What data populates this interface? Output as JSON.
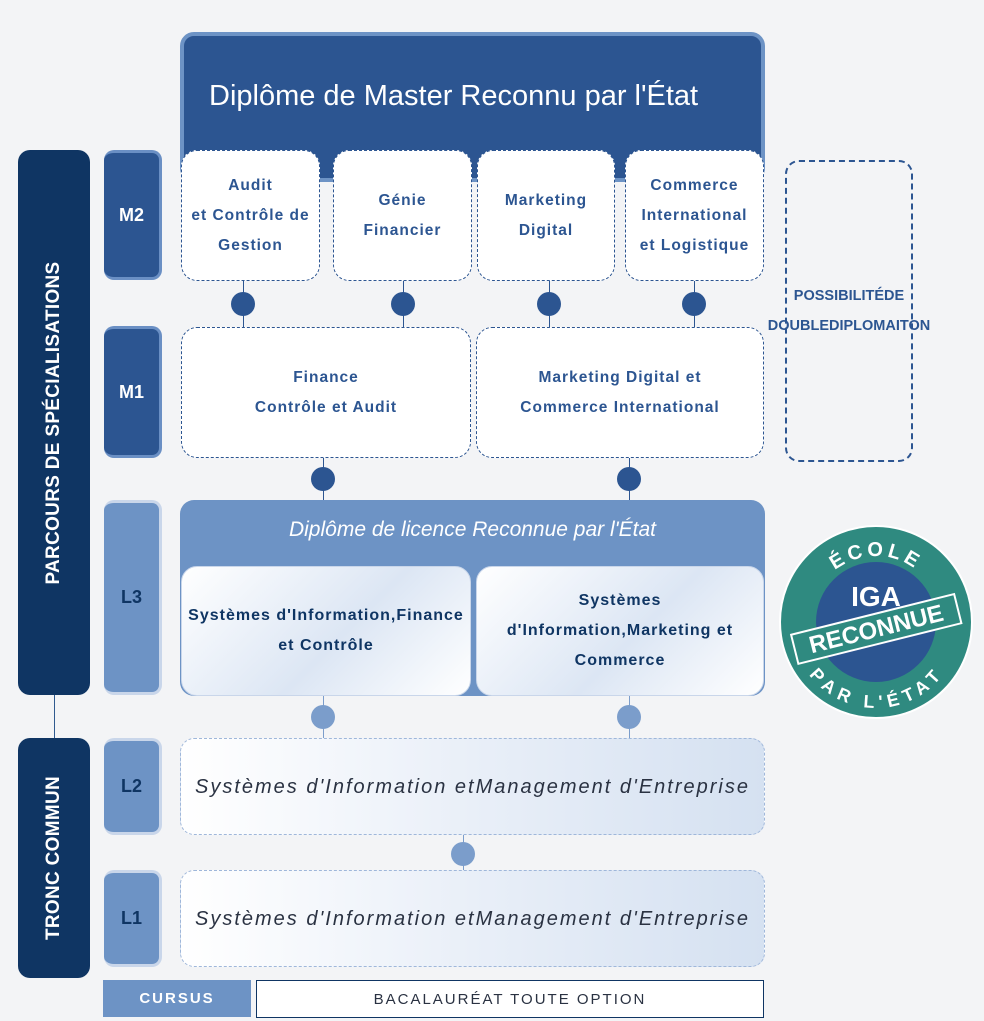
{
  "side": {
    "specialisations": "PARCOURS DE SPÉCIALISATIONS",
    "tronc_commun": "TRONC COMMUN"
  },
  "levels": [
    "M2",
    "M1",
    "L3",
    "L2",
    "L1"
  ],
  "master": {
    "title": "Diplôme de Master Reconnu par l'État",
    "m2_options": [
      [
        "Audit",
        "et Contrôle de",
        "Gestion"
      ],
      [
        "Génie",
        "Financier"
      ],
      [
        "Marketing",
        "Digital"
      ],
      [
        "Commerce",
        "International",
        "et Logistique"
      ]
    ],
    "m1_options": [
      [
        "Finance",
        "Contrôle et Audit"
      ],
      [
        "Marketing Digital et",
        "Commerce International"
      ]
    ]
  },
  "double": [
    "POSSIBILITÉ",
    "DE DOUBLE",
    "DIPLOMAITON"
  ],
  "licence": {
    "title": "Diplôme de licence Reconnue par l'État",
    "l3_options": [
      [
        "Systèmes d'Information,",
        "Finance et Contrôle"
      ],
      [
        "Systèmes d'Information,",
        "Marketing et Commerce"
      ]
    ]
  },
  "common": {
    "l2": [
      "Systèmes d'Information et",
      "Management d'Entreprise"
    ],
    "l1": [
      "Systèmes d'Information et",
      "Management d'Entreprise"
    ]
  },
  "footer": {
    "cursus": "CURSUS",
    "bac": "BACALAURÉAT TOUTE OPTION"
  },
  "seal": {
    "top": "ÉCOLE",
    "middle1": "IGA",
    "middle2": "RECONNUE",
    "bottom": "PAR L'ÉTAT"
  },
  "colors": {
    "navy": "#0f3563",
    "blue": "#2c5591",
    "light_blue": "#6d93c5",
    "teal": "#2f8a80"
  }
}
